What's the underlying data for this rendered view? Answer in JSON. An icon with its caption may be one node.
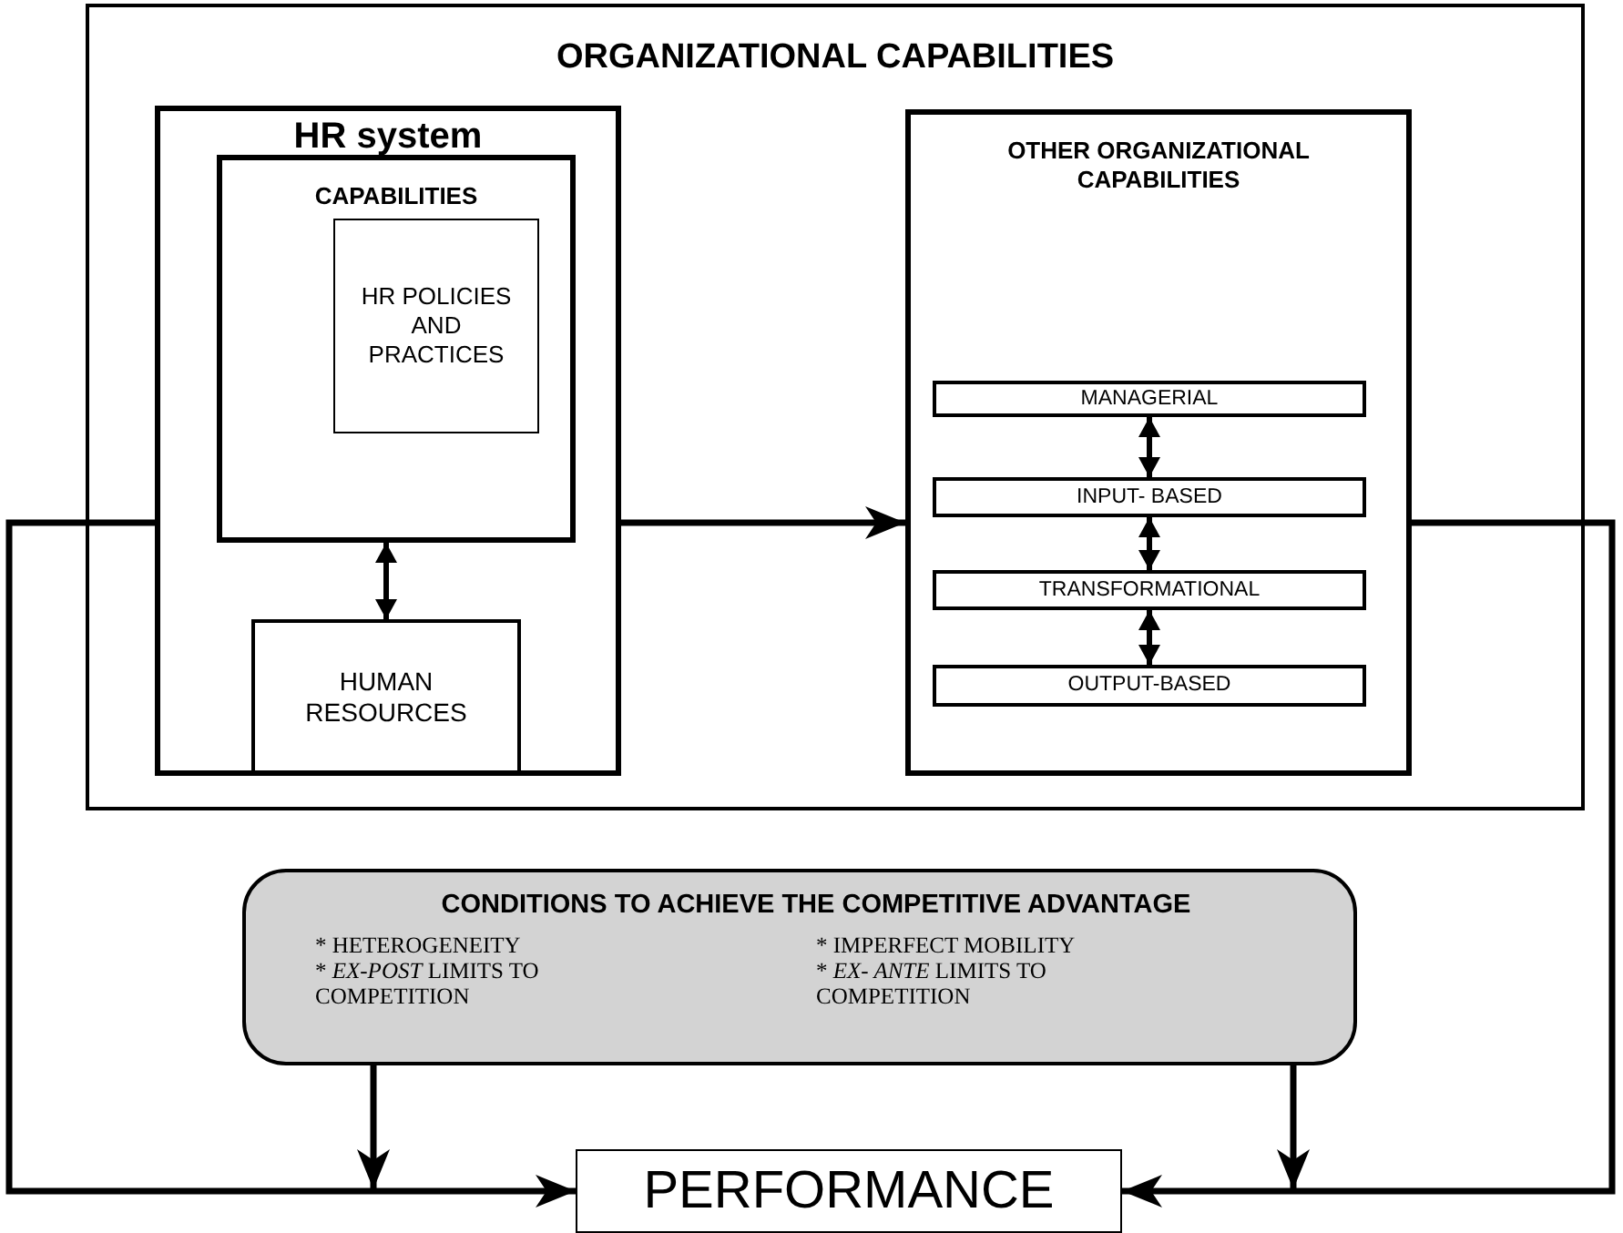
{
  "diagram": {
    "nodes": [
      {
        "text": [
          "ORGANIZATIONAL CAPABILITIES"
        ]
      },
      {
        "text": [
          "HR system"
        ],
        "in": 0
      },
      {
        "text": [
          "CAPABILITIES"
        ],
        "in": 1
      },
      {
        "text": [
          "HR POLICIES AND PRACTICES"
        ],
        "in": 2
      },
      {
        "text": [
          "HUMAN RESOURCES"
        ],
        "in": 1
      },
      {
        "text": [
          "OTHER ORGANIZATIONAL CAPABILITIES"
        ],
        "in": 0
      },
      {
        "text": [
          "MANAGERIAL"
        ],
        "in": 5
      },
      {
        "text": [
          "INPUT- BASED"
        ],
        "in": 5
      },
      {
        "text": [
          "TRANSFORMATIONAL"
        ],
        "in": 5
      },
      {
        "text": [
          "OUTPUT-BASED"
        ],
        "in": 5
      },
      {
        "text": [
          "CONDITIONS TO ACHIEVE THE COMPETITIVE ADVANTAGE",
          "* HETEROGENEITY",
          "* *EX-POST* LIMITS TO COMPETITION",
          "* IMPERFECT MOBILITY",
          "* *EX- ANTE* LIMITS TO COMPETITION"
        ]
      },
      {
        "text": [
          "PERFORMANCE"
        ]
      }
    ],
    "edges": [
      {
        "from": 1,
        "to": 5,
        "arrow": "to"
      },
      {
        "from": 2,
        "to": 4,
        "arrow": "both"
      },
      {
        "from": 6,
        "to": 7,
        "arrow": "both"
      },
      {
        "from": 7,
        "to": 8,
        "arrow": "both"
      },
      {
        "from": 8,
        "to": 9,
        "arrow": "both"
      },
      {
        "from": 1,
        "to": 11,
        "arrow": "to"
      },
      {
        "from": 5,
        "to": 11,
        "arrow": "to"
      },
      {
        "from": 10,
        "to": null,
        "arrow": "to"
      },
      {
        "from": 10,
        "to": null,
        "arrow": "to"
      }
    ]
  }
}
